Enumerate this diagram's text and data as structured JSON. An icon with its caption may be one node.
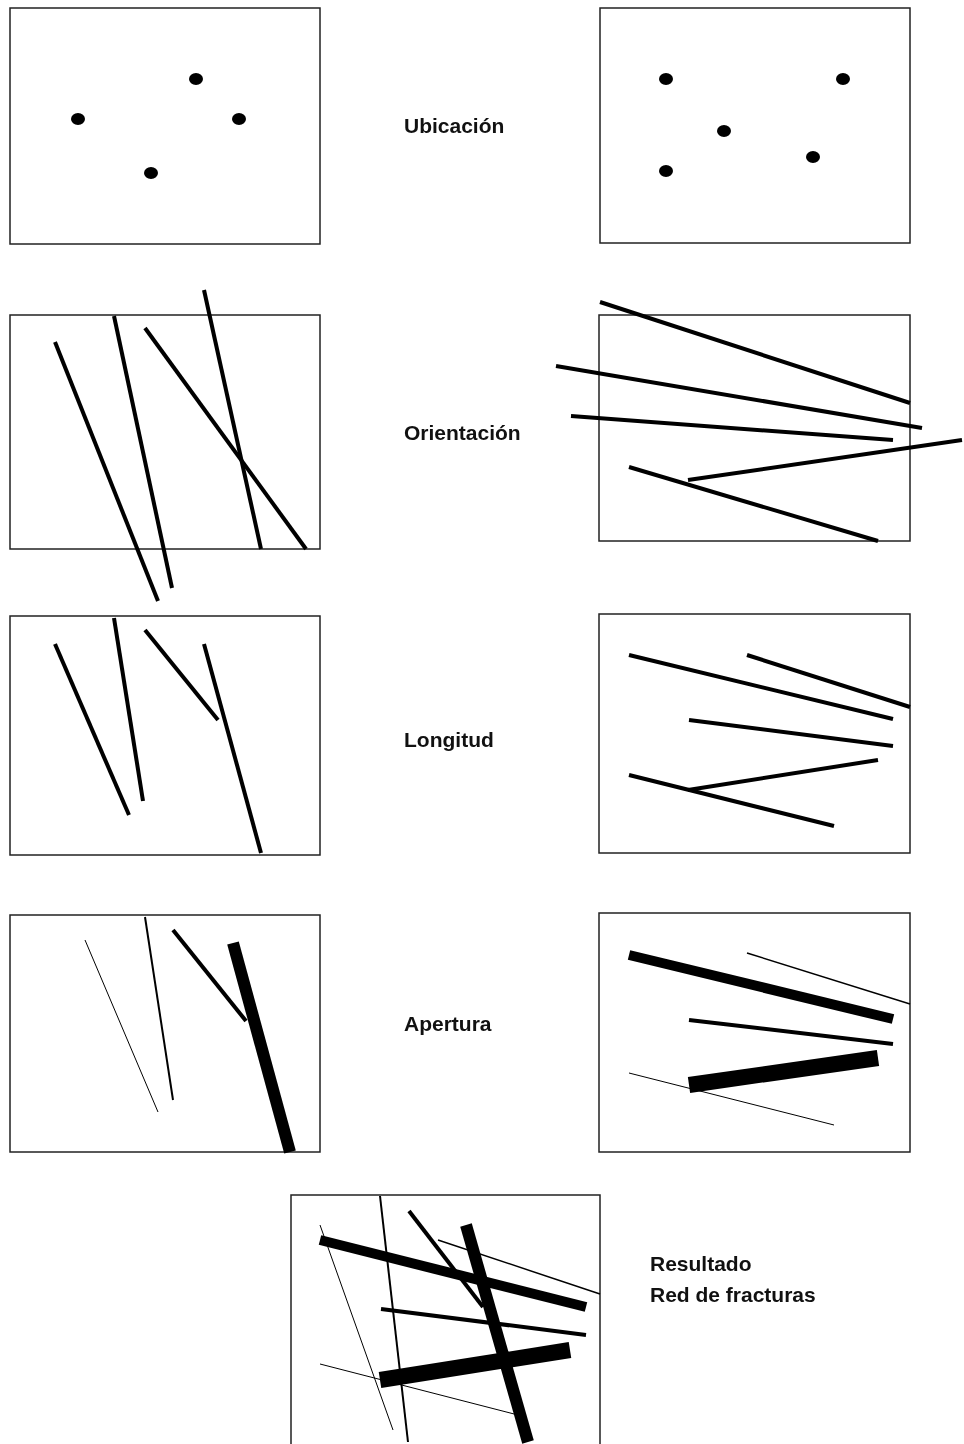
{
  "diagram": {
    "labels": [
      "Ubicación",
      "Orientación",
      "Longitud",
      "Apertura",
      "Resultado",
      "Red de fracturas"
    ]
  }
}
